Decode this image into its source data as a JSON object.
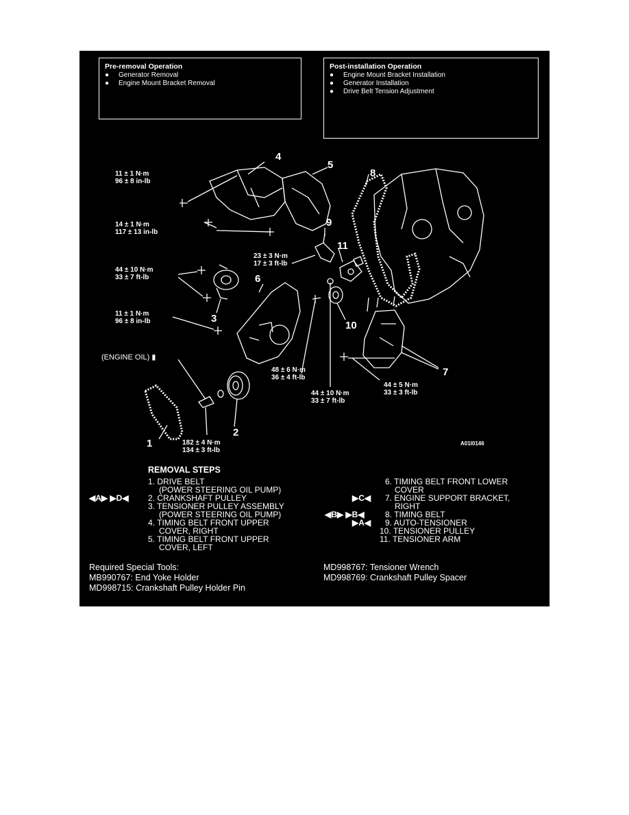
{
  "pre_removal": {
    "title": "Pre-removal Operation",
    "items": [
      "Generator Removal",
      "Engine Mount Bracket Removal"
    ]
  },
  "post_installation": {
    "title": "Post-installation Operation",
    "items": [
      "Engine Mount Bracket Installation",
      "Generator Installation",
      "Drive Belt Tension Adjustment"
    ]
  },
  "torque_labels": {
    "t1": [
      "11 ± 1 N·m",
      "96 ± 8 in-lb"
    ],
    "t2": [
      "14 ± 1 N·m",
      "117 ± 13 in-lb"
    ],
    "t3": [
      "23 ± 3 N·m",
      "17 ± 3 ft-lb"
    ],
    "t4": [
      "44 ± 10 N·m",
      "33 ± 7 ft-lb"
    ],
    "t5": [
      "11 ± 1 N·m",
      "96 ± 8 in-lb"
    ],
    "t6": [
      "48 ± 6 N·m",
      "36 ± 4 ft-lb"
    ],
    "t7": [
      "44 ± 10 N·m",
      "33 ± 7 ft-lb"
    ],
    "t8": [
      "44 ± 5 N·m",
      "33 ± 3 ft-lb"
    ],
    "t9": [
      "182 ± 4 N·m",
      "134 ± 3 ft-lb"
    ]
  },
  "engine_oil_label": "(ENGINE OIL)",
  "part_numbers": [
    "1",
    "2",
    "3",
    "4",
    "5",
    "6",
    "7",
    "8",
    "9",
    "10",
    "11"
  ],
  "figure_id": "A01I0146",
  "removal_steps": {
    "title": "REMOVAL STEPS",
    "left": [
      {
        "n": "1.",
        "text": "DRIVE BELT",
        "sub": "(POWER STEERING OIL PUMP)",
        "mark": ""
      },
      {
        "n": "2.",
        "text": "CRANKSHAFT PULLEY",
        "sub": "",
        "mark": "◀A▶  ▶D◀"
      },
      {
        "n": "3.",
        "text": "TENSIONER PULLEY ASSEMBLY",
        "sub": "(POWER STEERING OIL PUMP)",
        "mark": ""
      },
      {
        "n": "4.",
        "text": "TIMING BELT FRONT UPPER",
        "sub": "COVER, RIGHT",
        "mark": ""
      },
      {
        "n": "5.",
        "text": "TIMING BELT FRONT UPPER",
        "sub": "COVER, LEFT",
        "mark": ""
      }
    ],
    "right": [
      {
        "n": "6.",
        "text": "TIMING BELT FRONT LOWER",
        "sub": "COVER",
        "mark": ""
      },
      {
        "n": "7.",
        "text": "ENGINE    SUPPORT    BRACKET,",
        "sub": "RIGHT",
        "mark": "▶C◀"
      },
      {
        "n": "8.",
        "text": "TIMING BELT",
        "sub": "",
        "mark": "◀B▶  ▶B◀"
      },
      {
        "n": "9.",
        "text": "AUTO-TENSIONER",
        "sub": "",
        "mark": "▶A◀"
      },
      {
        "n": "10.",
        "text": "TENSIONER PULLEY",
        "sub": "",
        "mark": ""
      },
      {
        "n": "11.",
        "text": "TENSIONER ARM",
        "sub": "",
        "mark": ""
      }
    ]
  },
  "special_tools": {
    "title": "Required Special Tools:",
    "left": [
      "MB990767: End Yoke Holder",
      "MD998715: Crankshaft Pulley Holder Pin"
    ],
    "right": [
      "MD998767: Tensioner Wrench",
      "MD998769: Crankshaft Pulley Spacer"
    ]
  },
  "colors": {
    "background": "#000000",
    "foreground": "#ffffff",
    "page": "#ffffff"
  }
}
